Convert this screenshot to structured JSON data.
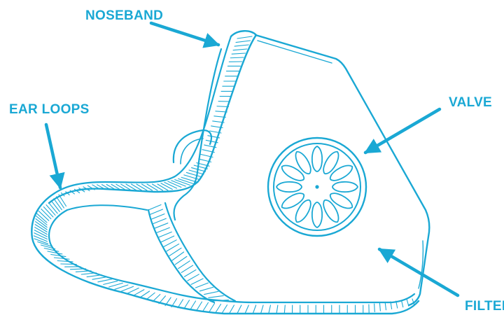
{
  "diagram": {
    "labels": {
      "noseband": "NOSEBAND",
      "ear_loops": "EAR LOOPS",
      "valve": "VALVE",
      "filter": "FILTER"
    },
    "colors": {
      "line": "#1aa8d4",
      "label": "#1aa8d4",
      "background": "#ffffff"
    }
  }
}
